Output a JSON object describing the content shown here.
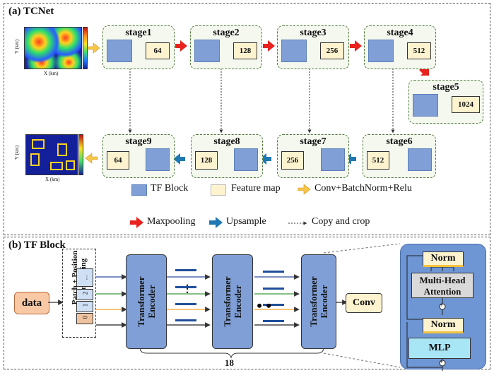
{
  "panel_a": {
    "title": "(a)  TCNet",
    "stages": {
      "s1": {
        "label": "stage1",
        "value": "64"
      },
      "s2": {
        "label": "stage2",
        "value": "128"
      },
      "s3": {
        "label": "stage3",
        "value": "256"
      },
      "s4": {
        "label": "stage4",
        "value": "512"
      },
      "s5": {
        "label": "stage5",
        "value": "1024"
      },
      "s6": {
        "label": "stage6",
        "value": "512"
      },
      "s7": {
        "label": "stage7",
        "value": "256"
      },
      "s8": {
        "label": "stage8",
        "value": "128"
      },
      "s9": {
        "label": "stage9",
        "value": "64"
      }
    },
    "input_map": {
      "ylabel": "Y (km)",
      "xlabel": "X (km)"
    },
    "output_map": {
      "ylabel": "Y (km)",
      "xlabel": "X (km)"
    },
    "legend": {
      "tf_block": "TF Block",
      "feature_map": "Feature map",
      "conv": "Conv+BatchNorm+Relu",
      "maxpool": "Maxpooling",
      "upsample": "Upsample",
      "copy": "Copy and crop"
    },
    "colors": {
      "tf": "#7f9fd6",
      "feature": "#fdf3cf",
      "conv_arrow": "#f7c64a",
      "maxpool_arrow": "#e8221e",
      "upsample_arrow": "#1f78b4"
    }
  },
  "panel_b": {
    "title": "(b)  TF Block",
    "data_label": "data",
    "embedding_label": "Patch + Position\nEmbedding",
    "token_labels": [
      "0",
      "1",
      "2",
      "..."
    ],
    "encoder_label": "Transformer\nEncoder",
    "conv_label": "Conv",
    "repeat_count": "18",
    "detail": {
      "norm1": "Norm",
      "mha": "Multi-Head\nAttention",
      "norm2": "Norm",
      "mlp": "MLP",
      "plus": "+"
    }
  }
}
